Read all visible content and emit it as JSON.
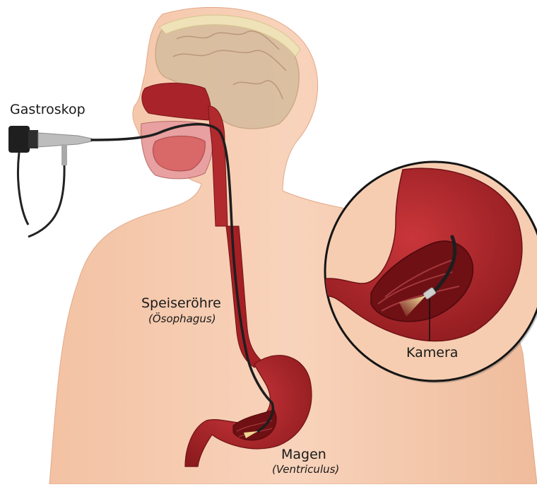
{
  "labels": {
    "gastroscope": "Gastroskop",
    "esophagus": "Speiseröhre",
    "esophagus_latin": "(Ösophagus)",
    "stomach": "Magen",
    "stomach_latin": "(Ventriculus)",
    "camera": "Kamera"
  },
  "colors": {
    "skin": "#f6cdb1",
    "skin_shadow": "#e8b697",
    "tissue": "#b8272b",
    "tissue_dark": "#7d1518",
    "brain": "#d2b79a",
    "bone": "#efe2b8",
    "tube": "#222222",
    "background": "#ffffff"
  }
}
